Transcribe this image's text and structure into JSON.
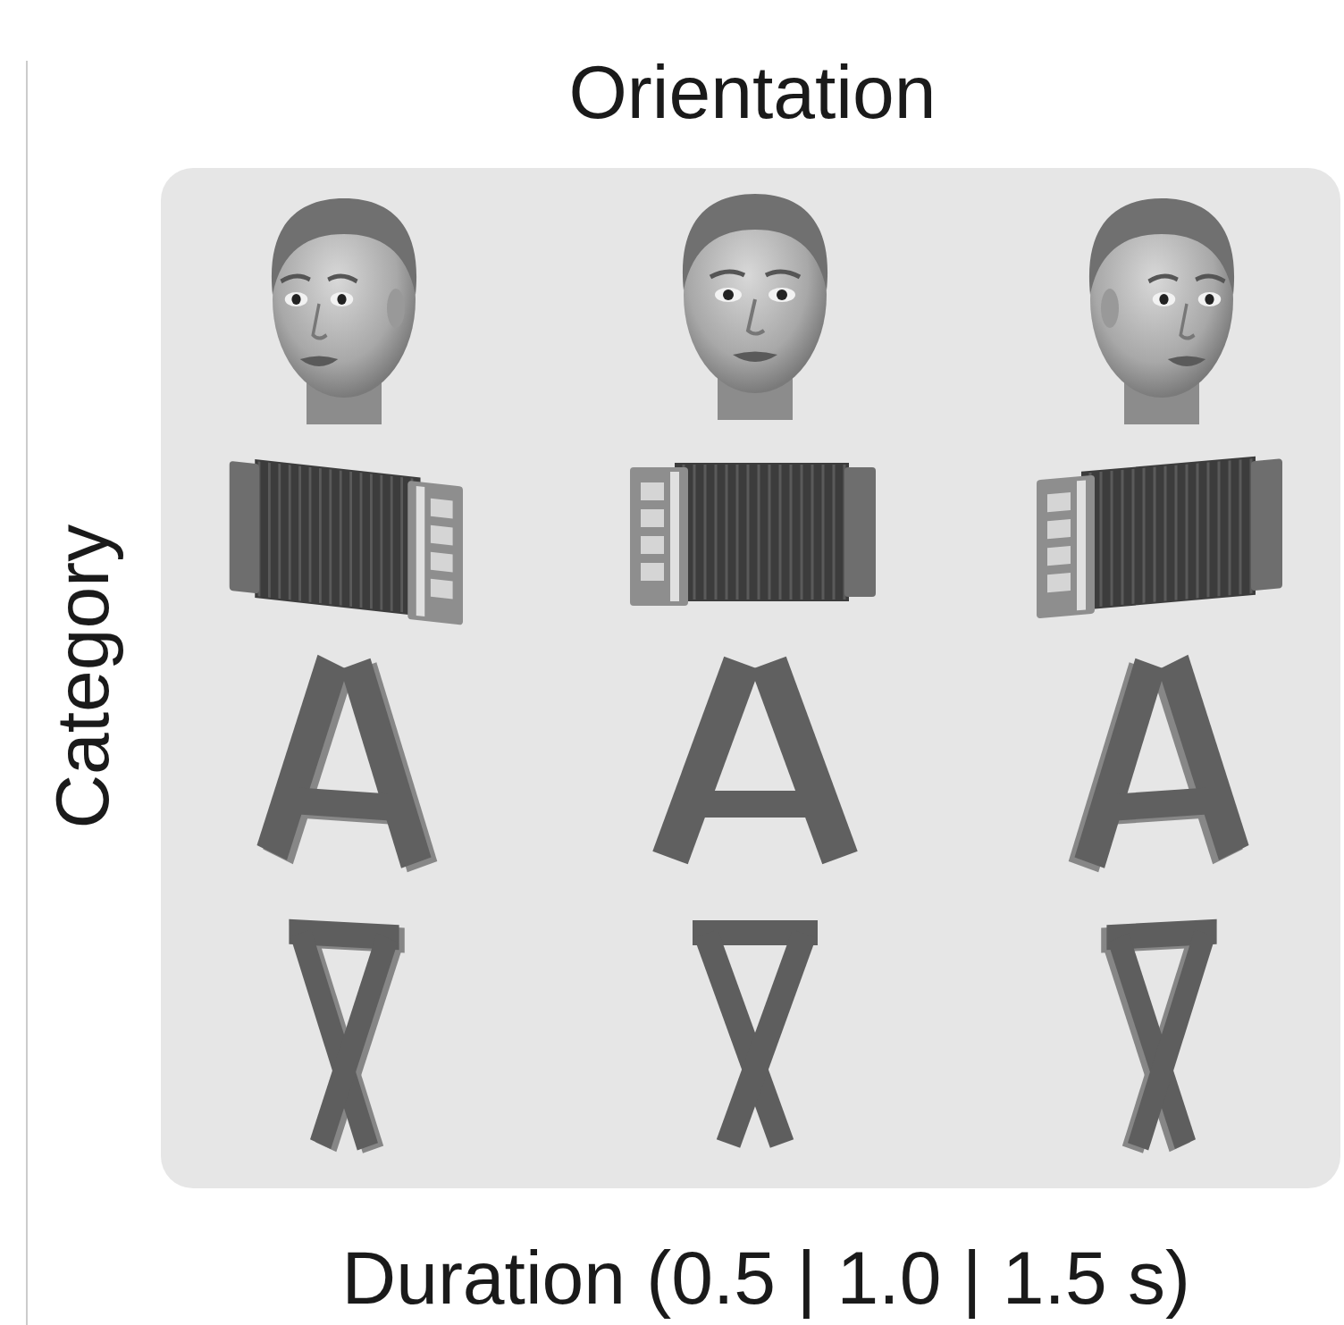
{
  "diagram": {
    "labels": [
      "Orientation",
      "Category",
      "Duration (0.5 | 1.0 | 1.5 s)"
    ]
  }
}
